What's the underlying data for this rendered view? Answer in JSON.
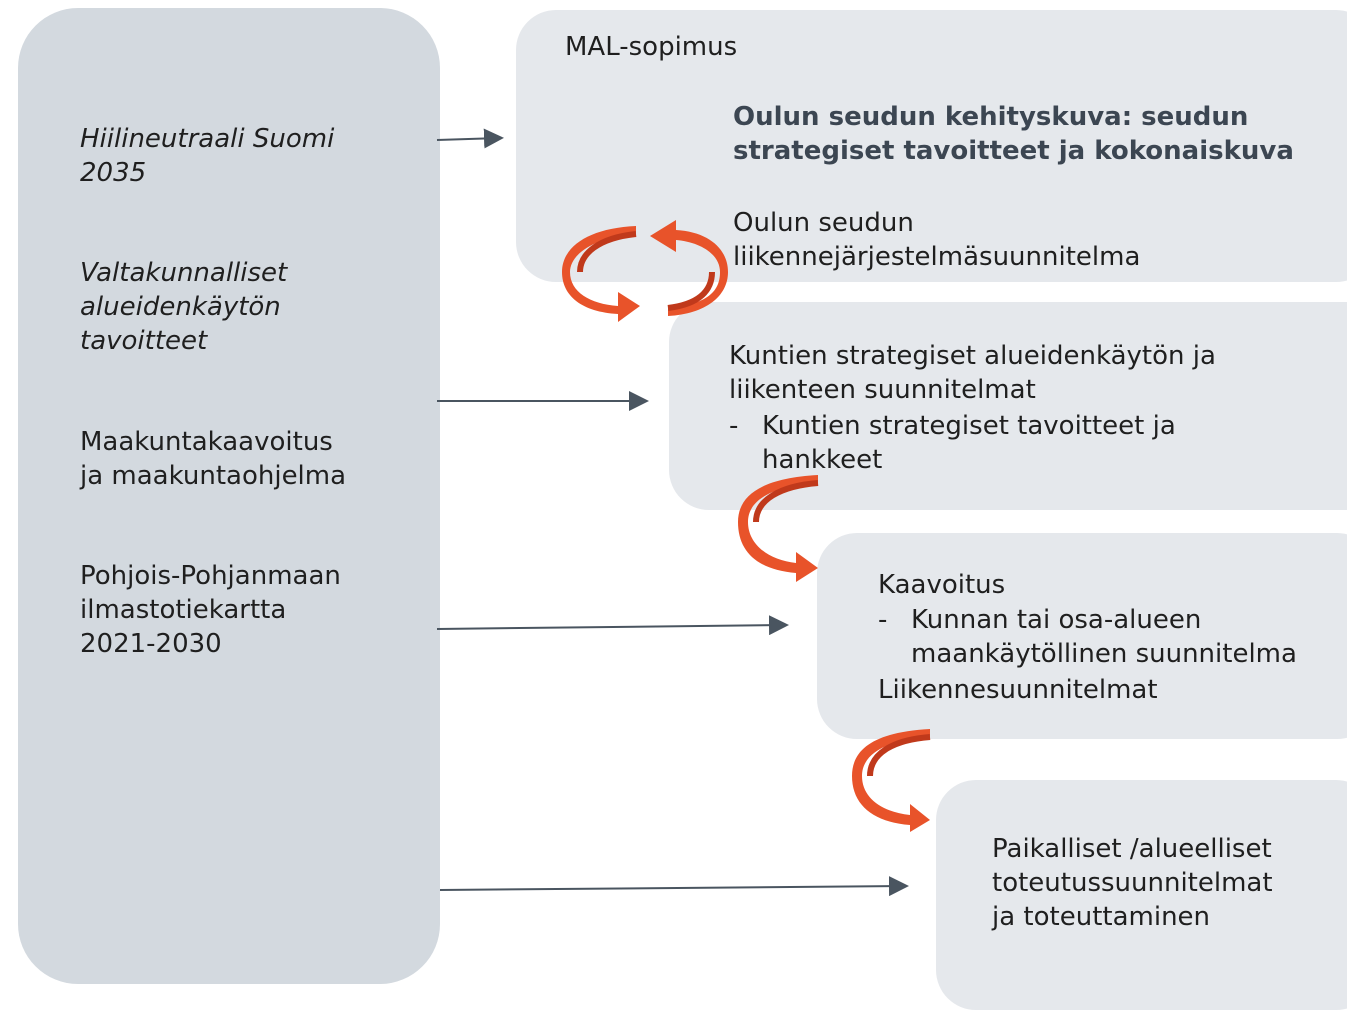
{
  "left_panel": {
    "item1": [
      "Hiilineutraali Suomi",
      "2035"
    ],
    "item2": [
      "Valtakunnalliset",
      "alueidenkäytön",
      "tavoitteet"
    ],
    "item3": [
      "Maakuntakaavoitus",
      "ja maakuntaohjelma"
    ],
    "item4": [
      "Pohjois-Pohjanmaan",
      "ilmastotiekartta",
      "2021-2030"
    ]
  },
  "box1": {
    "label": "MAL-sopimus",
    "title": [
      "Oulun seudun kehityskuva: seudun",
      "strategiset tavoitteet ja kokonaiskuva"
    ],
    "sub": [
      "Oulun seudun",
      "liikennejärjestelmäsuunnitelma"
    ]
  },
  "box2": {
    "title": [
      "Kuntien strategiset alueidenkäytön ja",
      "liikenteen suunnitelmat"
    ],
    "bullet_dash": "-",
    "bullet": [
      "Kuntien strategiset tavoitteet ja",
      "hankkeet"
    ]
  },
  "box3": {
    "title": "Kaavoitus",
    "bullet_dash": "-",
    "bullet": [
      "Kunnan tai osa-alueen",
      "maankäytöllinen suunnitelma"
    ],
    "extra": "Liikennesuunnitelmat"
  },
  "box4": {
    "lines": [
      "Paikalliset /alueelliset",
      "toteutussuunnitelmat",
      "ja toteuttaminen"
    ]
  },
  "colors": {
    "arrow_orange": "#e8532a",
    "arrow_dark": "#c0391b",
    "connector": "#4a5560",
    "box": "#e5e8ec",
    "panel": "#d3d9df"
  }
}
